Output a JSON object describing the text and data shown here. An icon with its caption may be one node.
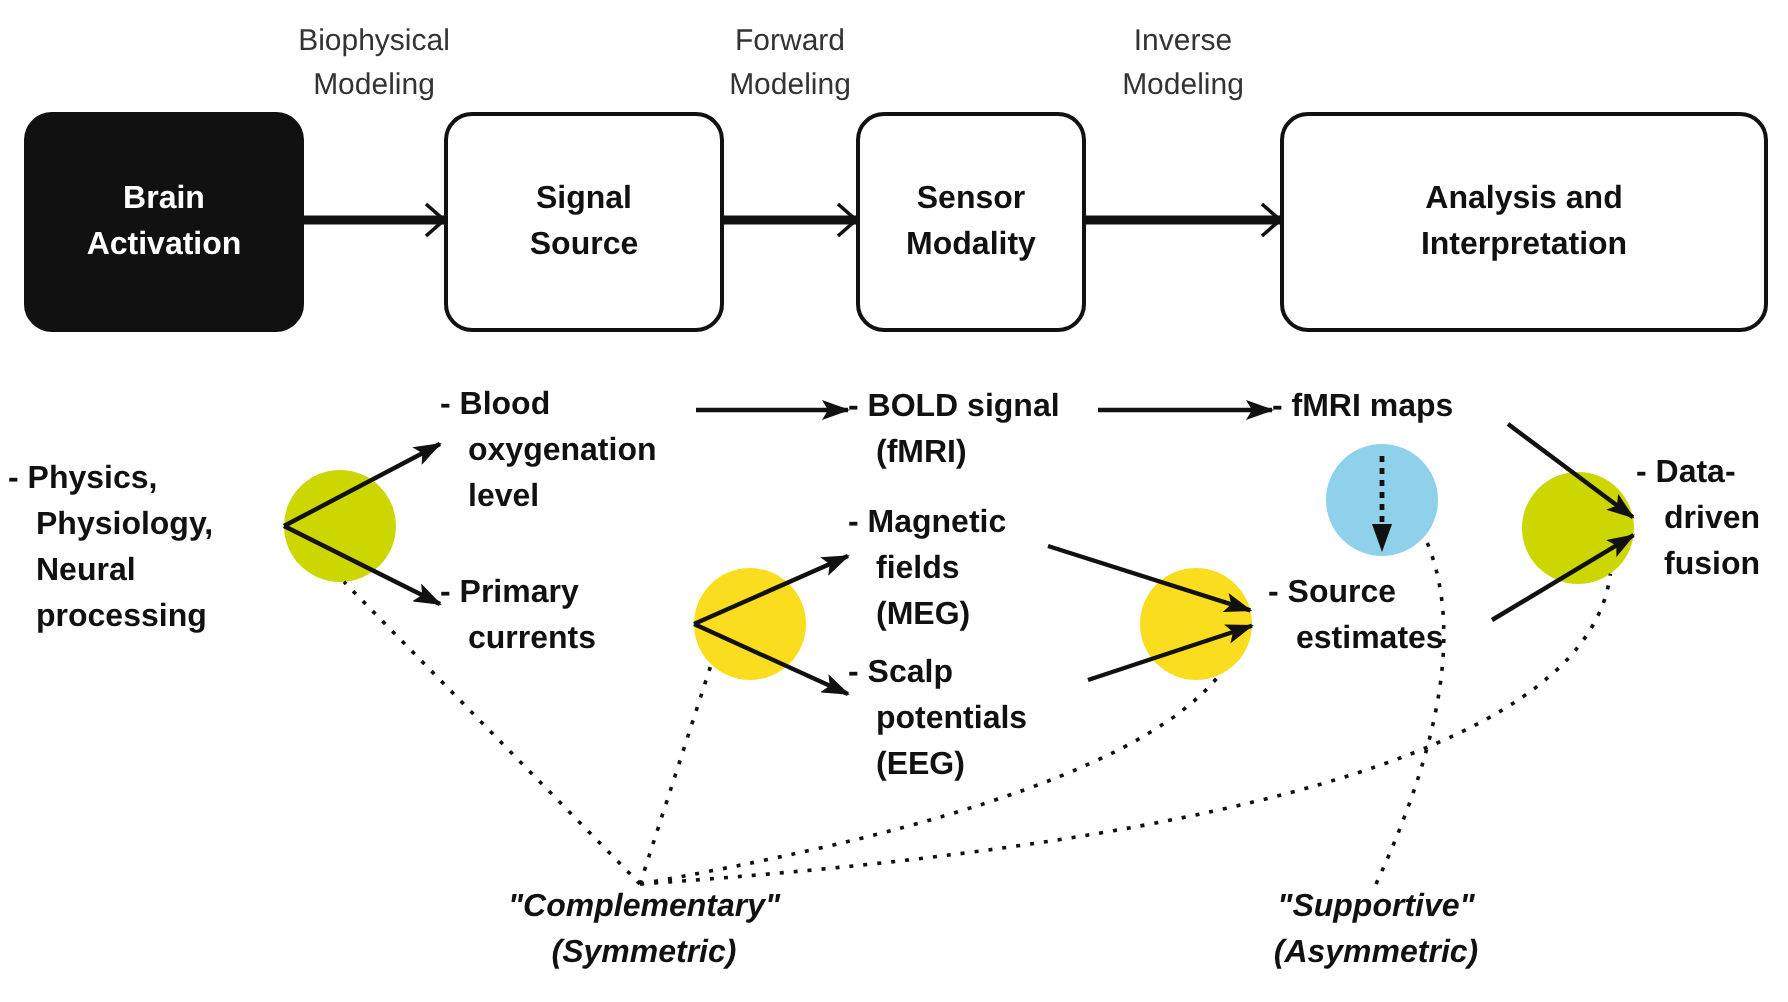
{
  "diagram": {
    "nodes": [
      {
        "text": [
          "Brain Activation"
        ]
      },
      {
        "text": [
          "Signal Source"
        ]
      },
      {
        "text": [
          "Sensor Modality"
        ]
      },
      {
        "text": [
          "Analysis and Interpretation"
        ]
      },
      {
        "text": [
          "- Physics, Physiology, Neural processing"
        ]
      },
      {
        "text": [
          "- Blood oxygenation level"
        ]
      },
      {
        "text": [
          "- Primary currents"
        ]
      },
      {
        "text": [
          "- BOLD signal (fMRI)"
        ]
      },
      {
        "text": [
          "- Magnetic fields (MEG)"
        ]
      },
      {
        "text": [
          "- Scalp potentials (EEG)"
        ]
      },
      {
        "text": [
          "- fMRI maps"
        ]
      },
      {
        "text": [
          "- Source estimates"
        ]
      },
      {
        "text": [
          "- Data-driven fusion"
        ]
      },
      {
        "text": [],
        "shape": "circle"
      },
      {
        "text": [],
        "shape": "circle"
      },
      {
        "text": [],
        "shape": "circle"
      },
      {
        "text": [],
        "shape": "circle"
      },
      {
        "text": [],
        "shape": "circle"
      },
      {
        "text": [
          "\"Complementary\" (Symmetric)"
        ]
      },
      {
        "text": [
          "\"Supportive\" (Asymmetric)"
        ]
      }
    ],
    "edges": [
      {
        "from": 0,
        "to": 1,
        "arrow": "to",
        "label": "Biophysical Modeling",
        "style": "thick"
      },
      {
        "from": 1,
        "to": 2,
        "arrow": "to",
        "label": "Forward Modeling",
        "style": "thick"
      },
      {
        "from": 2,
        "to": 3,
        "arrow": "to",
        "label": "Inverse Modeling",
        "style": "thick"
      },
      {
        "from": 13,
        "to": 5,
        "arrow": "to"
      },
      {
        "from": 13,
        "to": 6,
        "arrow": "to"
      },
      {
        "from": 5,
        "to": 7,
        "arrow": "to"
      },
      {
        "from": 14,
        "to": 8,
        "arrow": "to"
      },
      {
        "from": 14,
        "to": 9,
        "arrow": "to"
      },
      {
        "from": 7,
        "to": 10,
        "arrow": "to"
      },
      {
        "from": 8,
        "to": 15,
        "arrow": "to"
      },
      {
        "from": 9,
        "to": 15,
        "arrow": "to"
      },
      {
        "from": 10,
        "to": 17,
        "arrow": "to"
      },
      {
        "from": 11,
        "to": 17,
        "arrow": "to"
      },
      {
        "from": 18,
        "to": 13,
        "arrow": "none",
        "style": "dashed"
      },
      {
        "from": 18,
        "to": 14,
        "arrow": "none",
        "style": "dashed"
      },
      {
        "from": 18,
        "to": 15,
        "arrow": "none",
        "style": "dashed"
      },
      {
        "from": 18,
        "to": 17,
        "arrow": "none",
        "style": "dashed"
      },
      {
        "from": 19,
        "to": 16,
        "arrow": "none",
        "style": "dashed"
      }
    ]
  }
}
